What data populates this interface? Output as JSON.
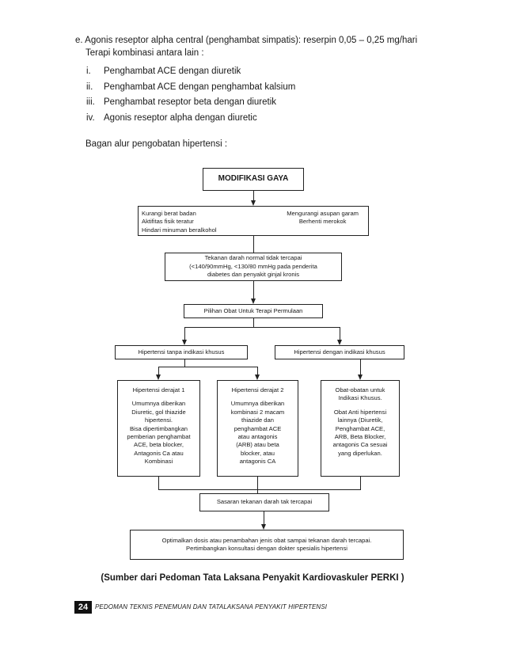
{
  "intro": {
    "line1": "e.  Agonis reseptor alpha central (penghambat simpatis): reserpin 0,05 – 0,25 mg/hari",
    "line2": "Terapi kombinasi  antara lain :"
  },
  "combinations": [
    {
      "num": "i.",
      "text": "Penghambat ACE dengan diuretik"
    },
    {
      "num": "ii.",
      "text": "Penghambat ACE dengan penghambat kalsium"
    },
    {
      "num": "iii.",
      "text": "Penghambat reseptor beta dengan diuretik"
    },
    {
      "num": "iv.",
      "text": "Agonis reseptor alpha dengan diuretic"
    }
  ],
  "bagan_title": "Bagan alur pengobatan hipertensi :",
  "flow": {
    "modifikasi": "MODIFIKASI GAYA",
    "lifestyle_left": "Kurangi berat badan\nAktifitas fisik teratur\nHindari minuman beralkohol",
    "lifestyle_right": "Mengurangi asupan garam\nBerhenti merokok",
    "target_not_met": "Tekanan darah normal tidak tercapai\n(<140/90mmHg, <130/80 mmHg pada penderita\ndiabetes dan penyakit ginjal kronis",
    "initial_choice": "Pilihan Obat Untuk Terapi Permulaan",
    "no_indication": "Hipertensi tanpa indikasi khusus",
    "with_indication": "Hipertensi dengan indikasi khusus",
    "grade1_title": "Hipertensi derajat 1",
    "grade1_body": "Umumnya diberikan\nDiuretic, gol thiazide\nhipertensi.\nBisa dipertimbangkan\npemberian penghambat\nACE, beta blocker,\nAntagonis Ca atau\nKombinasi",
    "grade2_title": "Hipertensi derajat 2",
    "grade2_body": "Umumnya diberikan\nkombinasi 2 macam\nthiazide dan\npenghambat ACE\natau antagonis\n(ARB) atau beta\nblocker, atau\nantagonis CA",
    "special_title": "Obat-obatan untuk\nIndikasi Khusus.",
    "special_body": "Obat Anti hipertensi\nlainnya (Diuretik,\nPenghambat ACE,\nARB, Beta Blocker,\nantagonis Ca sesuai\nyang diperlukan.",
    "target_unmet": "Sasaran tekanan darah tak tercapai",
    "optimize": "Optimalkan dosis atau penambahan jenis obat sampai tekanan darah tercapai.\nPertimbangkan konsultasi dengan dokter spesialis hipertensi"
  },
  "source": "(Sumber dari Pedoman Tata Laksana Penyakit Kardiovaskuler PERKI )",
  "footer": {
    "page": "24",
    "title": "PEDOMAN TEKNIS PENEMUAN DAN TATALAKSANA PENYAKIT HIPERTENSI"
  }
}
